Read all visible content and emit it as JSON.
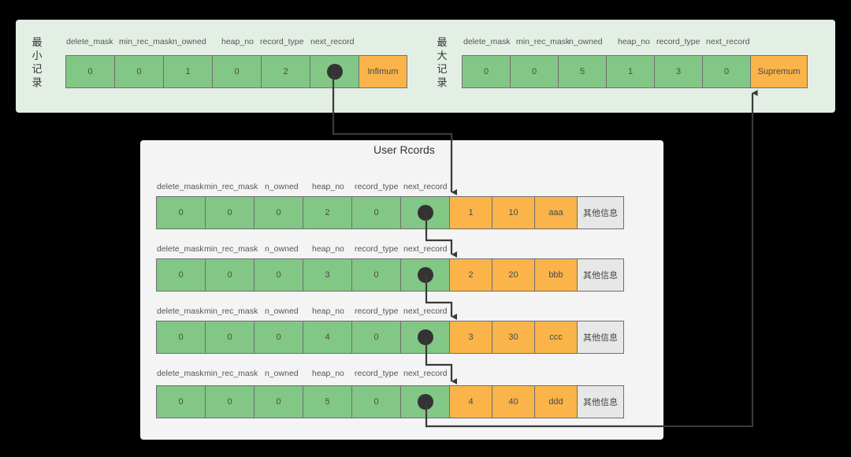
{
  "colors": {
    "page_background": "#000000",
    "top_panel_background": "#e3efe4",
    "user_panel_background": "#f4f4f4",
    "green_cell": "#82c785",
    "orange_cell": "#fab449",
    "gray_cell": "#e7e7e7",
    "connector": "#3a3a3a",
    "cell_border": "#6f6f6f"
  },
  "column_headers": [
    "delete_mask",
    "min_rec_mask",
    "n_owned",
    "heap_no",
    "record_type",
    "next_record"
  ],
  "min_record": {
    "side_label_chars": [
      "最",
      "小",
      "记",
      "录"
    ],
    "headers": [
      "delete_mask",
      "min_rec_mask",
      "n_owned",
      "heap_no",
      "record_type",
      "next_record"
    ],
    "values": [
      "0",
      "0",
      "1",
      "0",
      "2",
      "pointer-dot"
    ],
    "next_record_is_pointer": true,
    "tag_label": "Infimum"
  },
  "max_record": {
    "side_label_chars": [
      "最",
      "大",
      "记",
      "录"
    ],
    "headers": [
      "delete_mask",
      "min_rec_mask",
      "n_owned",
      "heap_no",
      "record_type",
      "next_record"
    ],
    "values": [
      "0",
      "0",
      "5",
      "1",
      "3",
      "0"
    ],
    "next_record_is_pointer": false,
    "tag_label": "Supremum"
  },
  "user_records": {
    "title": "User Rcords",
    "extra_column_label": "其他信息",
    "rows": [
      {
        "headers": [
          "delete_mask",
          "min_rec_mask",
          "n_owned",
          "heap_no",
          "record_type",
          "next_record"
        ],
        "header_values": [
          "0",
          "0",
          "0",
          "2",
          "0",
          "pointer-dot"
        ],
        "data_values": [
          "1",
          "10",
          "aaa"
        ],
        "extra": "其他信息"
      },
      {
        "headers": [
          "delete_mask",
          "min_rec_mask",
          "n_owned",
          "heap_no",
          "record_type",
          "next_record"
        ],
        "header_values": [
          "0",
          "0",
          "0",
          "3",
          "0",
          "pointer-dot"
        ],
        "data_values": [
          "2",
          "20",
          "bbb"
        ],
        "extra": "其他信息"
      },
      {
        "headers": [
          "delete_mask",
          "min_rec_mask",
          "n_owned",
          "heap_no",
          "record_type",
          "next_record"
        ],
        "header_values": [
          "0",
          "0",
          "0",
          "4",
          "0",
          "pointer-dot"
        ],
        "data_values": [
          "3",
          "30",
          "ccc"
        ],
        "extra": "其他信息"
      },
      {
        "headers": [
          "delete_mask",
          "min_rec_mask",
          "n_owned",
          "heap_no",
          "record_type",
          "next_record"
        ],
        "header_values": [
          "0",
          "0",
          "0",
          "5",
          "0",
          "pointer-dot"
        ],
        "data_values": [
          "4",
          "40",
          "ddd"
        ],
        "extra": "其他信息"
      }
    ]
  },
  "links": [
    {
      "from": "infimum.next_record",
      "to": "user_record_1"
    },
    {
      "from": "user_record_1.next_record",
      "to": "user_record_2"
    },
    {
      "from": "user_record_2.next_record",
      "to": "user_record_3"
    },
    {
      "from": "user_record_3.next_record",
      "to": "user_record_4"
    },
    {
      "from": "user_record_4.next_record",
      "to": "supremum"
    }
  ]
}
